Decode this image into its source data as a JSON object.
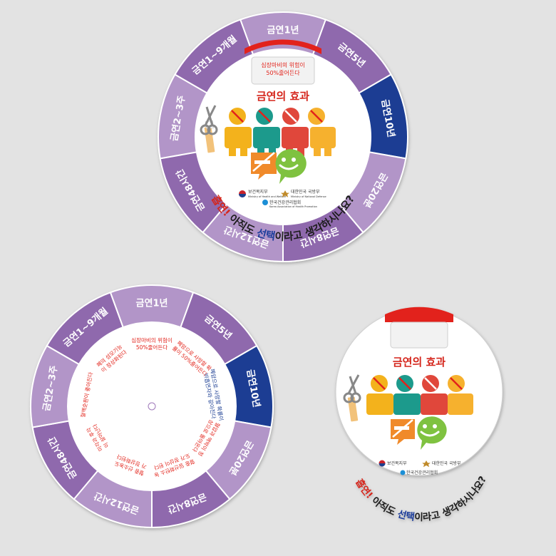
{
  "colors": {
    "background": "#e3e3e3",
    "light_purple": "#b295c8",
    "mid_purple": "#9f79ba",
    "dark_purple": "#7e5a9c",
    "navy": "#1b3e93",
    "red": "#d5251c",
    "white": "#ffffff"
  },
  "segments": [
    {
      "label": "금연1년",
      "color": "#b295c8"
    },
    {
      "label": "금연5년",
      "color": "#8f69ad"
    },
    {
      "label": "금연10년",
      "color": "#1b3e93"
    },
    {
      "label": "금연20분",
      "color": "#b295c8"
    },
    {
      "label": "금연8시간",
      "color": "#8f69ad"
    },
    {
      "label": "금연12시간",
      "color": "#b295c8"
    },
    {
      "label": "금연48시간",
      "color": "#8f69ad"
    },
    {
      "label": "금연2~3주",
      "color": "#b295c8"
    },
    {
      "label": "금연1~9개월",
      "color": "#8f69ad"
    }
  ],
  "effects": [
    "심장마비의 위험이 50%줄어든다",
    "폐암으로 사망할 확률이 50%줄어든다",
    "폐암으로 사망할 확률이 비흡연자와 같아진다",
    "혈압과 맥박이 정상으로 돌아온다",
    "혈중 일산화탄소 농도가 정상이 된다",
    "혈중 산소농도가 정상화된다",
    "미각과 후각이 살아난다",
    "혈액순환이 좋아진다",
    "폐의 섬모기능이 정상화된다"
  ],
  "front": {
    "window_text": "심장마비의 위험이 50%줄어든다",
    "title": "금연의 효과",
    "slogan": {
      "part1": "흡연!",
      "part2": "아직도",
      "part3": "선택",
      "part4": "이라고 생각하시나요?"
    },
    "logos": {
      "ministry_health": "보건복지부",
      "ministry_health_en": "Ministry of Health and Welfare",
      "ministry_defense": "대한민국 국방부",
      "ministry_defense_en": "Ministry of National Defense",
      "association": "한국건강관리협회",
      "association_en": "Korea Association of Health Promotion"
    }
  },
  "icons": [
    "no-smoking-icon",
    "smiley-icon",
    "cigarette-scissors-icon"
  ]
}
